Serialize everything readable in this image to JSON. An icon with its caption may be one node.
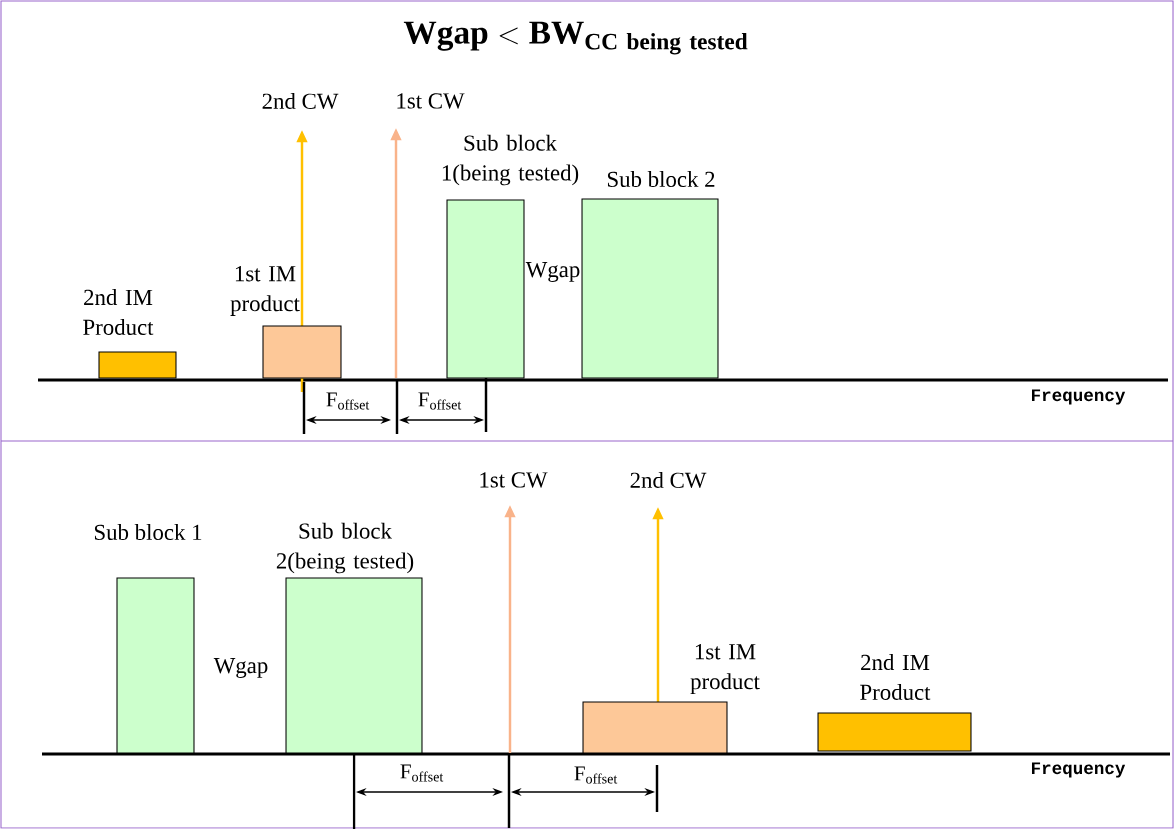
{
  "diagram": {
    "title": "\\mathbf{Wgap} < \\mathbf{BW}_{\\mathbf{CC\\ being\\ tested}}",
    "nodes": [
      {
        "text": [
          "2nd IM Product"
        ]
      },
      {
        "text": [
          "1st IM product"
        ]
      },
      {
        "text": [
          "Sub block 1(being tested)"
        ]
      },
      {
        "text": [
          "Sub block 2"
        ]
      },
      {
        "text": [
          "Sub block 1"
        ]
      },
      {
        "text": [
          "Sub block 2(being tested)"
        ]
      },
      {
        "text": [
          "1st IM product"
        ]
      },
      {
        "text": [
          "2nd IM Product"
        ]
      }
    ],
    "labels": [
      "2nd CW",
      "1st CW",
      "Wgap",
      "F$_{offset}$",
      "F$_{offset}$",
      "Frequency",
      "1st CW",
      "2nd CW",
      "Wgap",
      "F$_{offset}$",
      "F$_{offset}$",
      "Frequency"
    ]
  }
}
